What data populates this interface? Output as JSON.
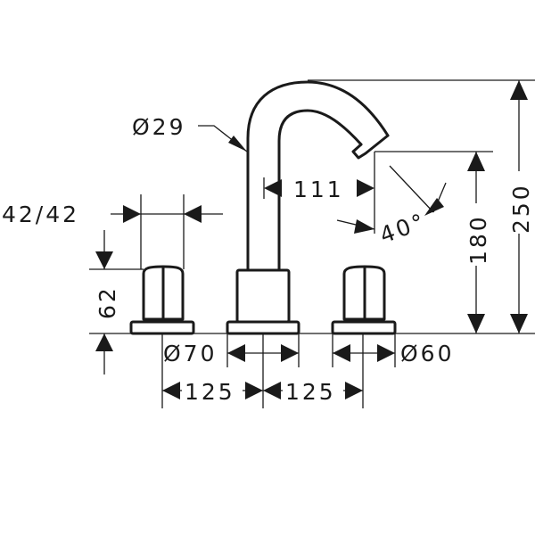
{
  "dimensions": {
    "spout_diameter": "Ø29",
    "handle_size": "42/42",
    "handle_height": "62",
    "spout_reach": "111",
    "spout_angle": "40°",
    "spout_outlet_height": "180",
    "total_height": "250",
    "spout_base_diameter": "Ø70",
    "handle_base_diameter": "Ø60",
    "spacing_left": "125",
    "spacing_right": "125"
  },
  "colors": {
    "line": "#1a1a1a",
    "background": "#ffffff"
  }
}
